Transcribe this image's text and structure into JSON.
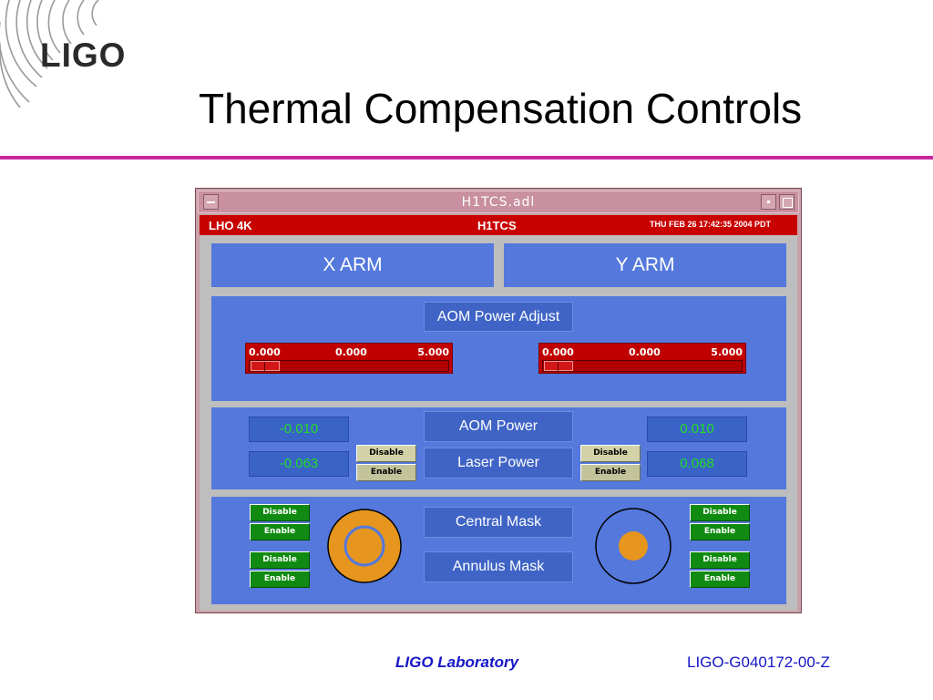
{
  "slide": {
    "logo": "LIGO",
    "title": "Thermal Compensation Controls",
    "footer_left": "LIGO Laboratory",
    "footer_right": "LIGO-G040172-00-Z",
    "accent_color": "#c8249e"
  },
  "window": {
    "title": "H1TCS.adl",
    "header": {
      "site": "LHO 4K",
      "system": "H1TCS",
      "timestamp": "THU FEB 26 17:42:35 2004 PDT"
    }
  },
  "arms": {
    "x_label": "X ARM",
    "y_label": "Y ARM"
  },
  "aom_adjust": {
    "label": "AOM Power Adjust",
    "x_slider": {
      "min": "0.000",
      "value": "0.000",
      "max": "5.000",
      "position_fraction": 0.0
    },
    "y_slider": {
      "min": "0.000",
      "value": "0.000",
      "max": "5.000",
      "position_fraction": 0.0
    }
  },
  "power": {
    "aom_label": "AOM Power",
    "laser_label": "Laser Power",
    "x_aom_value": "-0.010",
    "x_laser_value": "-0.063",
    "y_aom_value": "0.010",
    "y_laser_value": "0.068",
    "disable_label": "Disable",
    "enable_label": "Enable"
  },
  "masks": {
    "central_label": "Central Mask",
    "annulus_label": "Annulus Mask",
    "disable_label": "Disable",
    "enable_label": "Enable",
    "mask_color": "#e6961e",
    "ring_color": "#5478dc"
  }
}
